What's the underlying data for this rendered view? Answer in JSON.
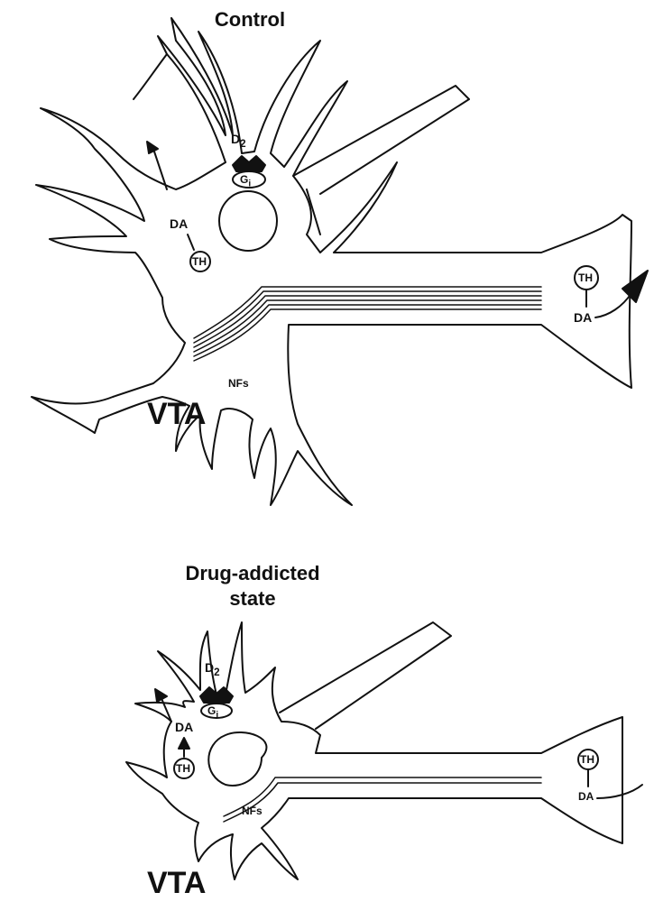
{
  "panels": {
    "control": {
      "title": "Control",
      "region": "VTA",
      "receptor": "D",
      "receptor_sub": "2",
      "gprotein": "G",
      "gprotein_sub": "i",
      "neurotransmitter": "DA",
      "enzyme": "TH",
      "filaments": "NFs"
    },
    "addicted": {
      "title_line1": "Drug-addicted",
      "title_line2": "state",
      "region": "VTA",
      "receptor": "D",
      "receptor_sub": "2",
      "gprotein": "G",
      "gprotein_sub": "i",
      "neurotransmitter": "DA",
      "enzyme": "TH",
      "filaments": "NFs"
    }
  }
}
